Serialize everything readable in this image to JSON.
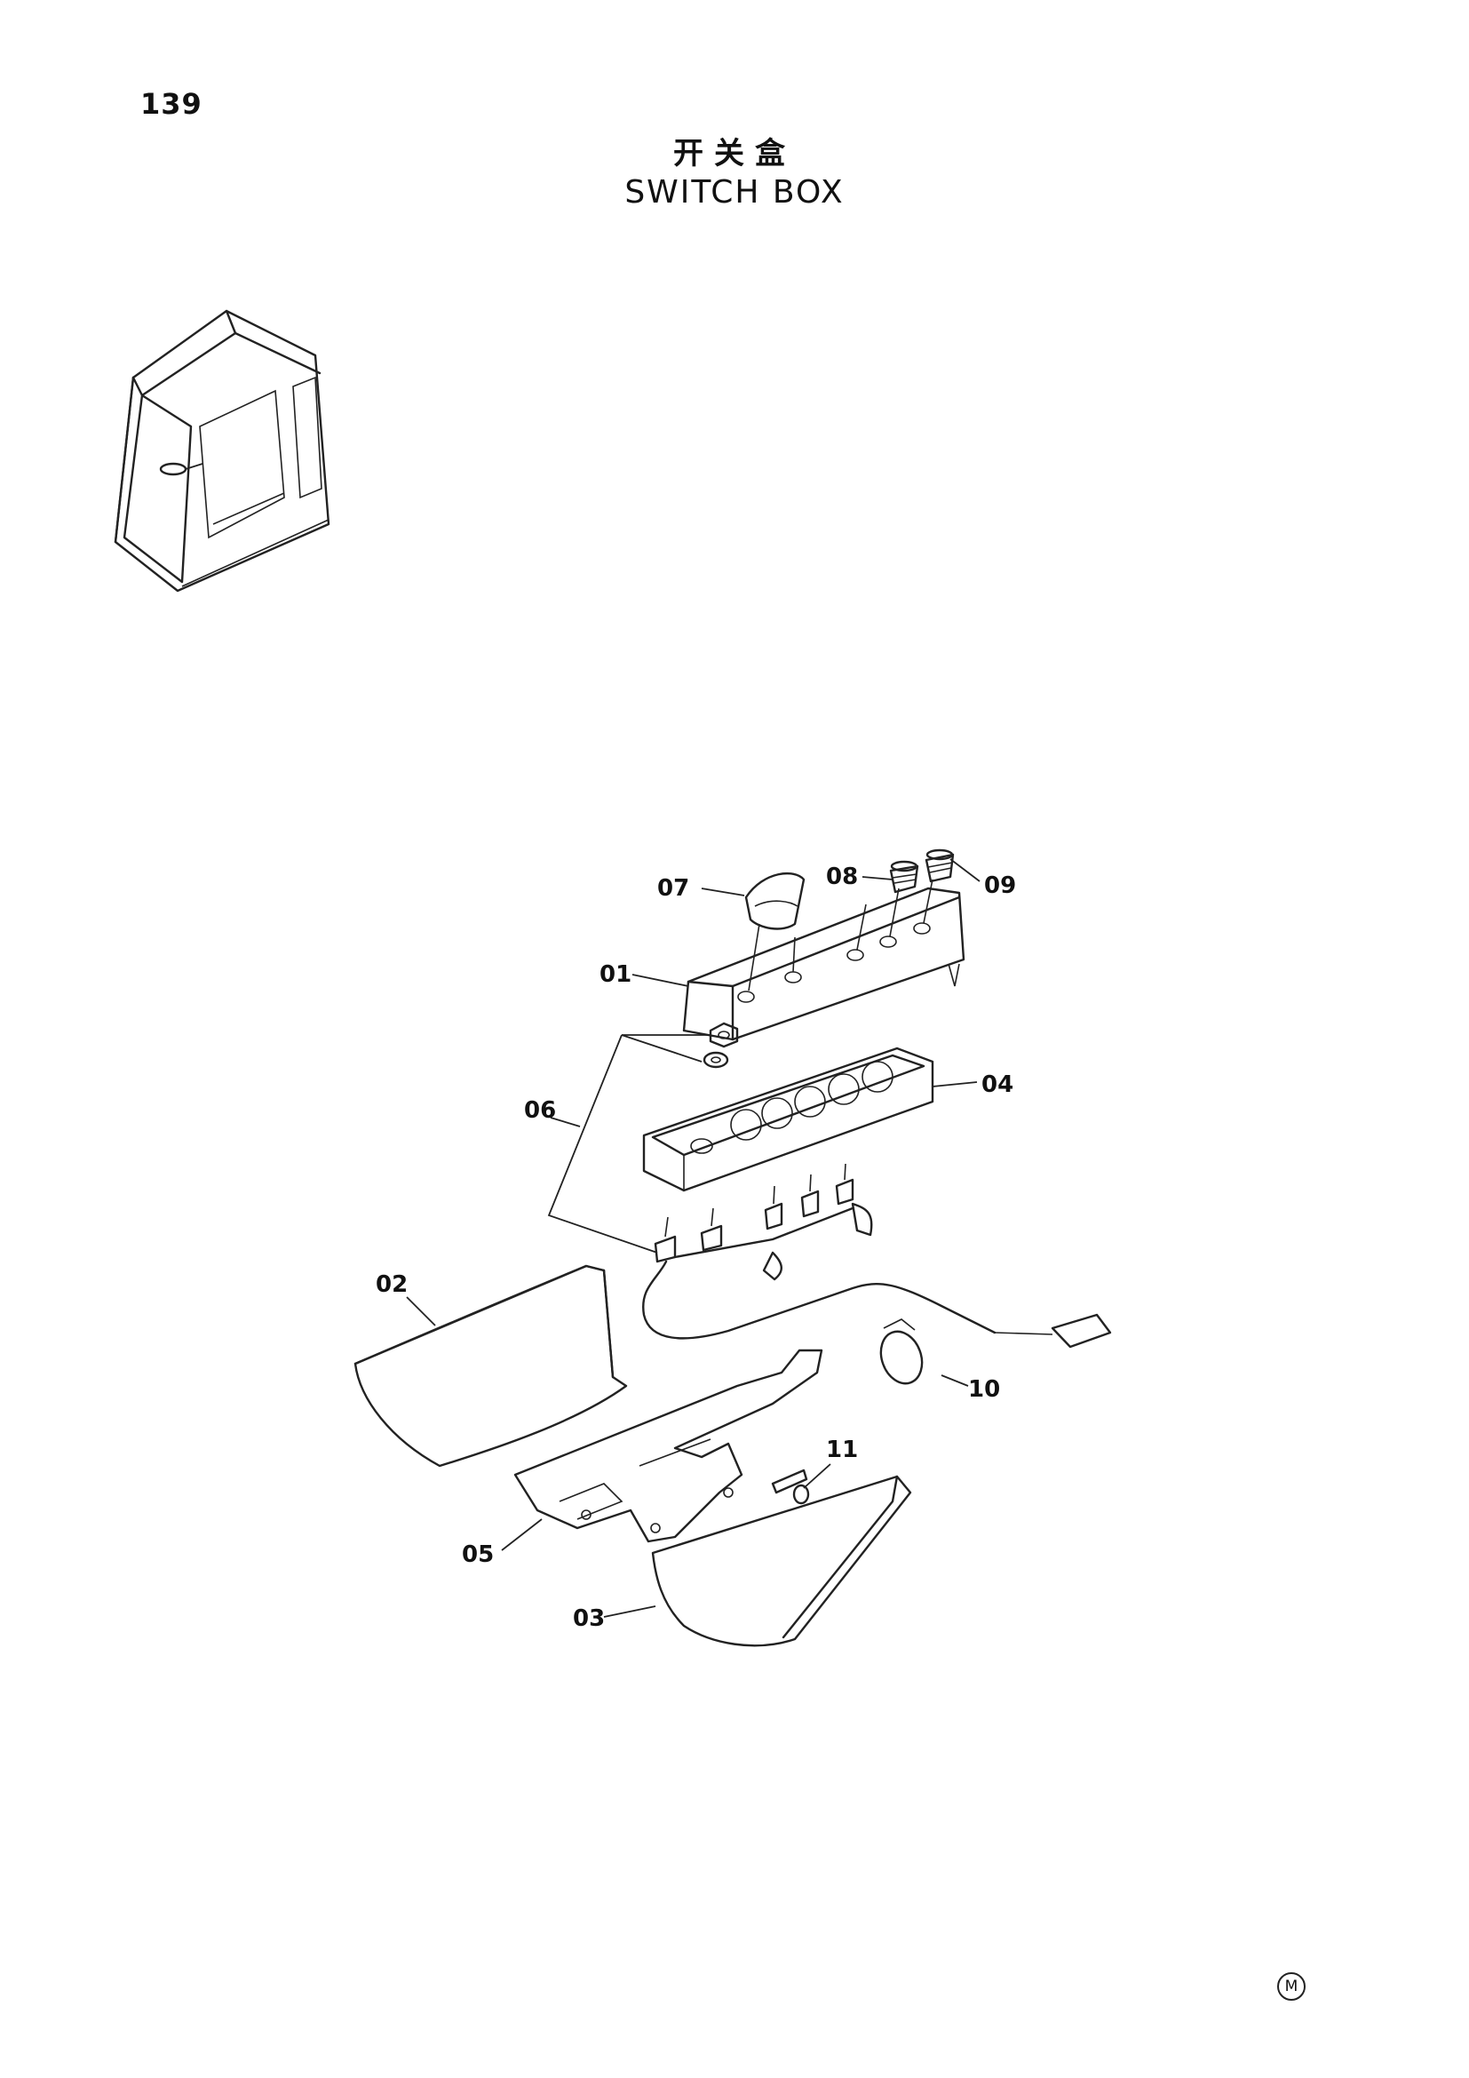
{
  "page": {
    "number": "139",
    "title_cn": "开关盒",
    "title_en": "SWITCH BOX",
    "corner_mark": "M"
  },
  "callouts": [
    {
      "id": "c01",
      "label": "01"
    },
    {
      "id": "c02",
      "label": "02"
    },
    {
      "id": "c03",
      "label": "03"
    },
    {
      "id": "c04",
      "label": "04"
    },
    {
      "id": "c05",
      "label": "05"
    },
    {
      "id": "c06",
      "label": "06"
    },
    {
      "id": "c07",
      "label": "07"
    },
    {
      "id": "c08",
      "label": "08"
    },
    {
      "id": "c09",
      "label": "09"
    },
    {
      "id": "c10",
      "label": "10"
    },
    {
      "id": "c11",
      "label": "11"
    }
  ]
}
